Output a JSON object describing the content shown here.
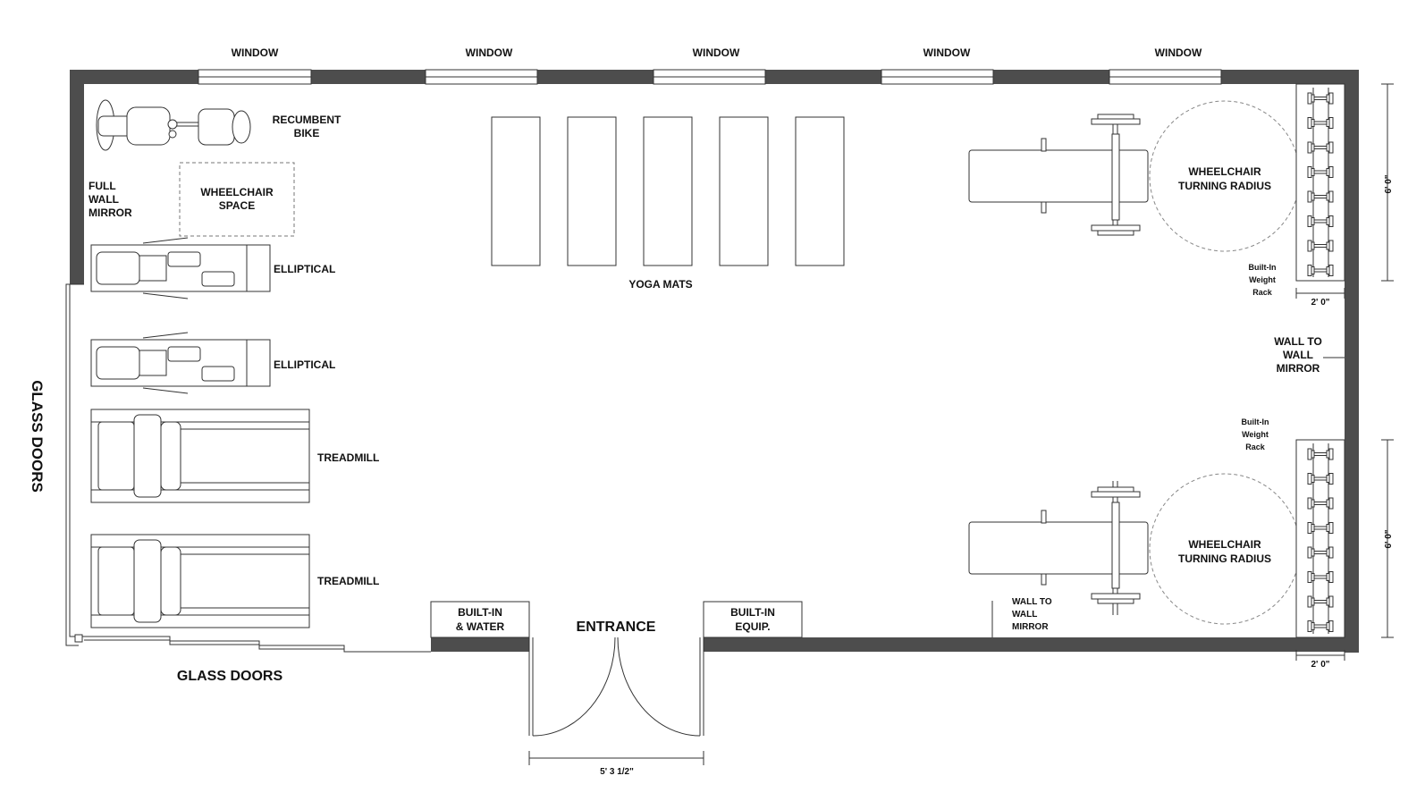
{
  "labels": {
    "window": "WINDOW",
    "recumbent_bike": [
      "RECUMBENT",
      "BIKE"
    ],
    "full_wall_mirror": [
      "FULL",
      "WALL",
      "MIRROR"
    ],
    "wheelchair_space": [
      "WHEELCHAIR",
      "SPACE"
    ],
    "elliptical": "ELLIPTICAL",
    "treadmill": "TREADMILL",
    "yoga_mats": "YOGA MATS",
    "wheelchair_turning_radius": [
      "WHEELCHAIR",
      "TURNING RADIUS"
    ],
    "built_in_weight_rack": [
      "Built-In",
      "Weight",
      "Rack"
    ],
    "wall_to_wall_mirror_right": [
      "WALL TO",
      "WALL",
      "MIRROR"
    ],
    "wall_to_wall_mirror_bottom": [
      "WALL TO",
      "WALL",
      "MIRROR"
    ],
    "built_in_water": [
      "BUILT-IN",
      "& WATER"
    ],
    "built_in_equip": [
      "BUILT-IN",
      "EQUIP."
    ],
    "entrance": "ENTRANCE",
    "glass_doors_left": "GLASS DOORS",
    "glass_doors_bottom": "GLASS DOORS"
  },
  "dimensions": {
    "rack_height": "6' 0\"",
    "rack_width": "2' 0\"",
    "entrance_width": "5' 3 1/2\""
  },
  "colors": {
    "wall": "#4d4d4d",
    "line": "#333333"
  }
}
